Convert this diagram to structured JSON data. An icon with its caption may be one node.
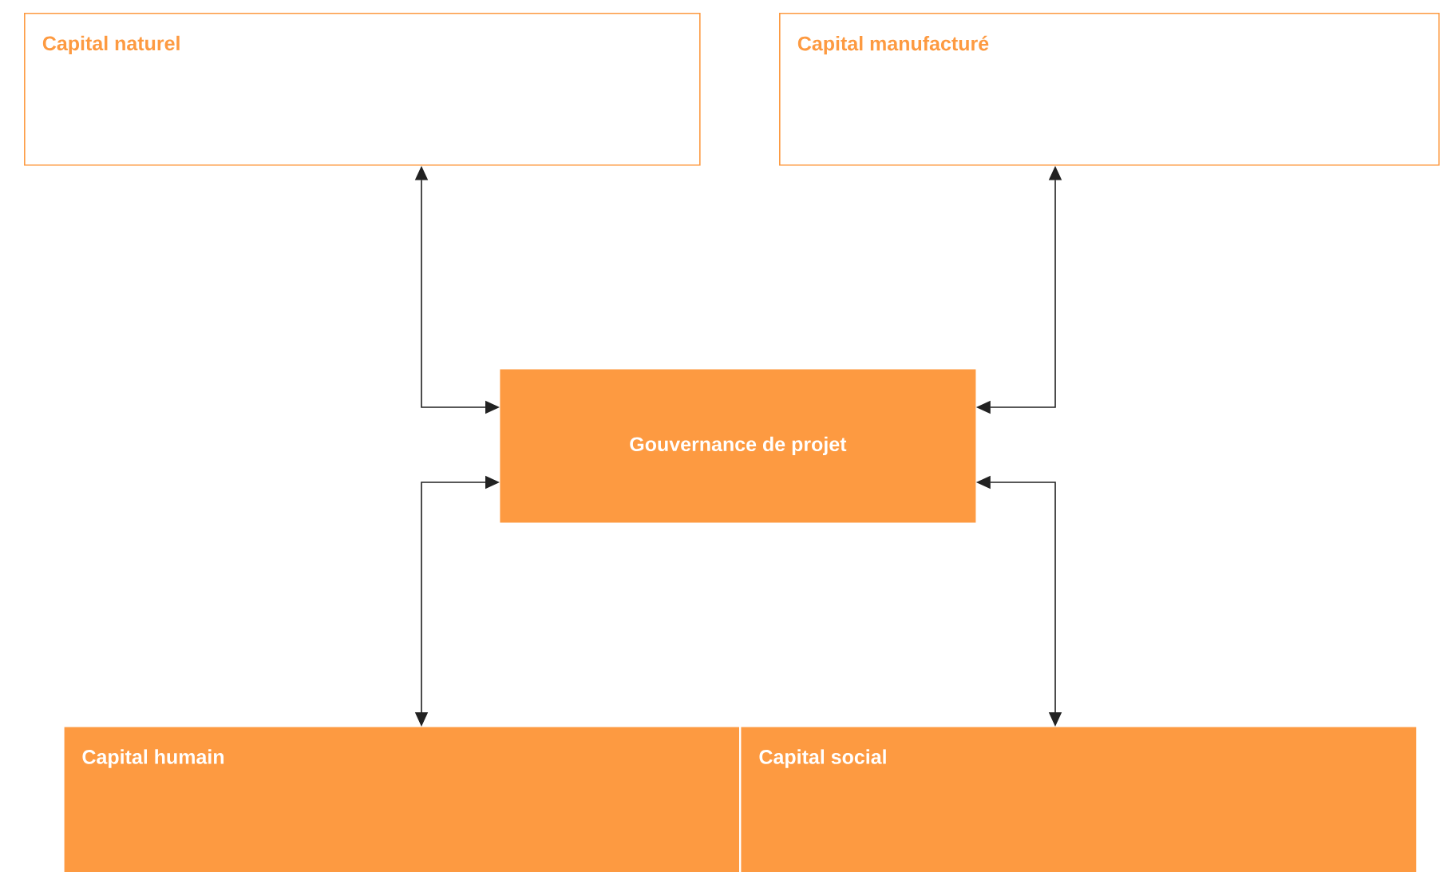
{
  "diagram": {
    "nodes": [
      {
        "text": [
          "Capital naturel"
        ]
      },
      {
        "text": [
          "Capital manufacturé"
        ]
      },
      {
        "text": [
          "Gouvernance de projet"
        ]
      },
      {
        "text": [
          "Capital humain"
        ]
      },
      {
        "text": [
          "Capital social"
        ]
      }
    ],
    "edges": [
      {
        "from": 0,
        "to": 2,
        "arrow": "both"
      },
      {
        "from": 1,
        "to": 2,
        "arrow": "both"
      },
      {
        "from": 3,
        "to": 2,
        "arrow": "both"
      },
      {
        "from": 4,
        "to": 2,
        "arrow": "both"
      }
    ]
  }
}
